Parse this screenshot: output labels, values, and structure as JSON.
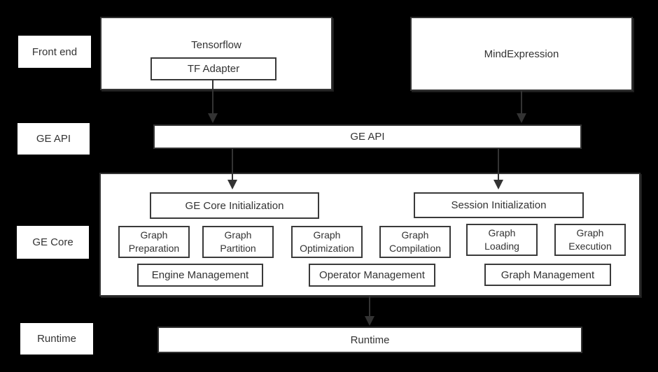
{
  "row_labels": {
    "front_end": "Front end",
    "ge_api": "GE API",
    "ge_core": "GE Core",
    "runtime": "Runtime"
  },
  "front_end_layer": {
    "tensorflow_title": "Tensorflow",
    "tf_adapter": "TF Adapter",
    "mind_expression": "MindExpression"
  },
  "ge_api_layer": {
    "bar_label": "GE API"
  },
  "ge_core_layer": {
    "ge_core_initialization": "GE Core Initialization",
    "session_initialization": "Session Initialization",
    "modules": [
      "Graph Preparation",
      "Graph Partition",
      "Graph Optimization",
      "Graph Compilation",
      "Graph Loading",
      "Graph Execution"
    ],
    "management": [
      "Engine Management",
      "Operator Management",
      "Graph Management"
    ]
  },
  "runtime_layer": {
    "bar_label": "Runtime"
  },
  "colors": {
    "background": "#000000",
    "box_fill": "#ffffff",
    "border": "#333333",
    "text": "#333333",
    "arrow": "#333333"
  }
}
